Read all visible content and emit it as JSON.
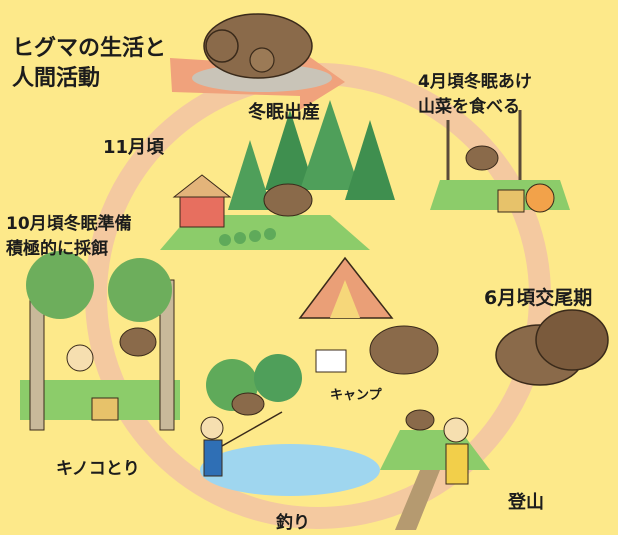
{
  "title": {
    "line1": "ヒグマの生活と",
    "line2": "人間活動"
  },
  "labels": {
    "hibernation_birth": "冬眠出産",
    "april": {
      "line1": "4月頃冬眠あけ",
      "line2": "山菜を食べる"
    },
    "november": "11月頃",
    "october": {
      "line1": "10月頃冬眠準備",
      "line2": "積極的に採餌"
    },
    "june_mating": "6月頃交尾期",
    "camping": "キャンプ",
    "mushroom": "キノコとり",
    "fishing": "釣り",
    "hiking": "登山"
  },
  "colors": {
    "background": "#fde98a",
    "cycle_ring": "#f4c9a0",
    "arrow": "#f0a27c",
    "bear_brown": "#8a6a4a",
    "forest_green": "#5faa5a",
    "ground_green": "#8ccc6a",
    "water_blue": "#9fd6ef"
  }
}
